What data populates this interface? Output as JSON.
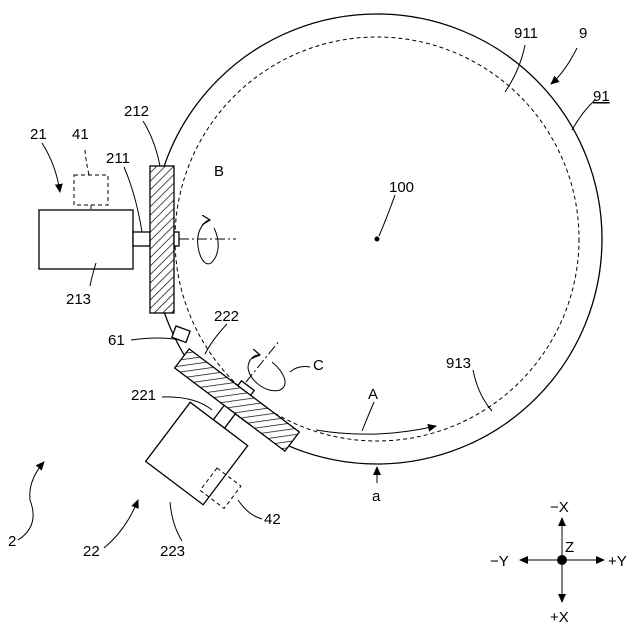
{
  "labels": {
    "wafer_unit": "9",
    "wafer_body": "91",
    "outer_edge": "911",
    "inner_edge": "913",
    "center": "100",
    "first_unit": "21",
    "first_shaft": "211",
    "first_grinder": "212",
    "first_motor": "213",
    "first_sensor": "41",
    "second_unit": "22",
    "second_shaft": "221",
    "second_grinder": "222",
    "second_motor": "223",
    "second_sensor": "42",
    "nozzle": "61",
    "apparatus": "2",
    "rotation_a": "A",
    "rotation_b": "B",
    "rotation_c": "C",
    "point_a": "a"
  },
  "axes": {
    "minus_x": "−X",
    "plus_x": "+X",
    "minus_y": "−Y",
    "plus_y": "+Y",
    "z": "Z"
  }
}
